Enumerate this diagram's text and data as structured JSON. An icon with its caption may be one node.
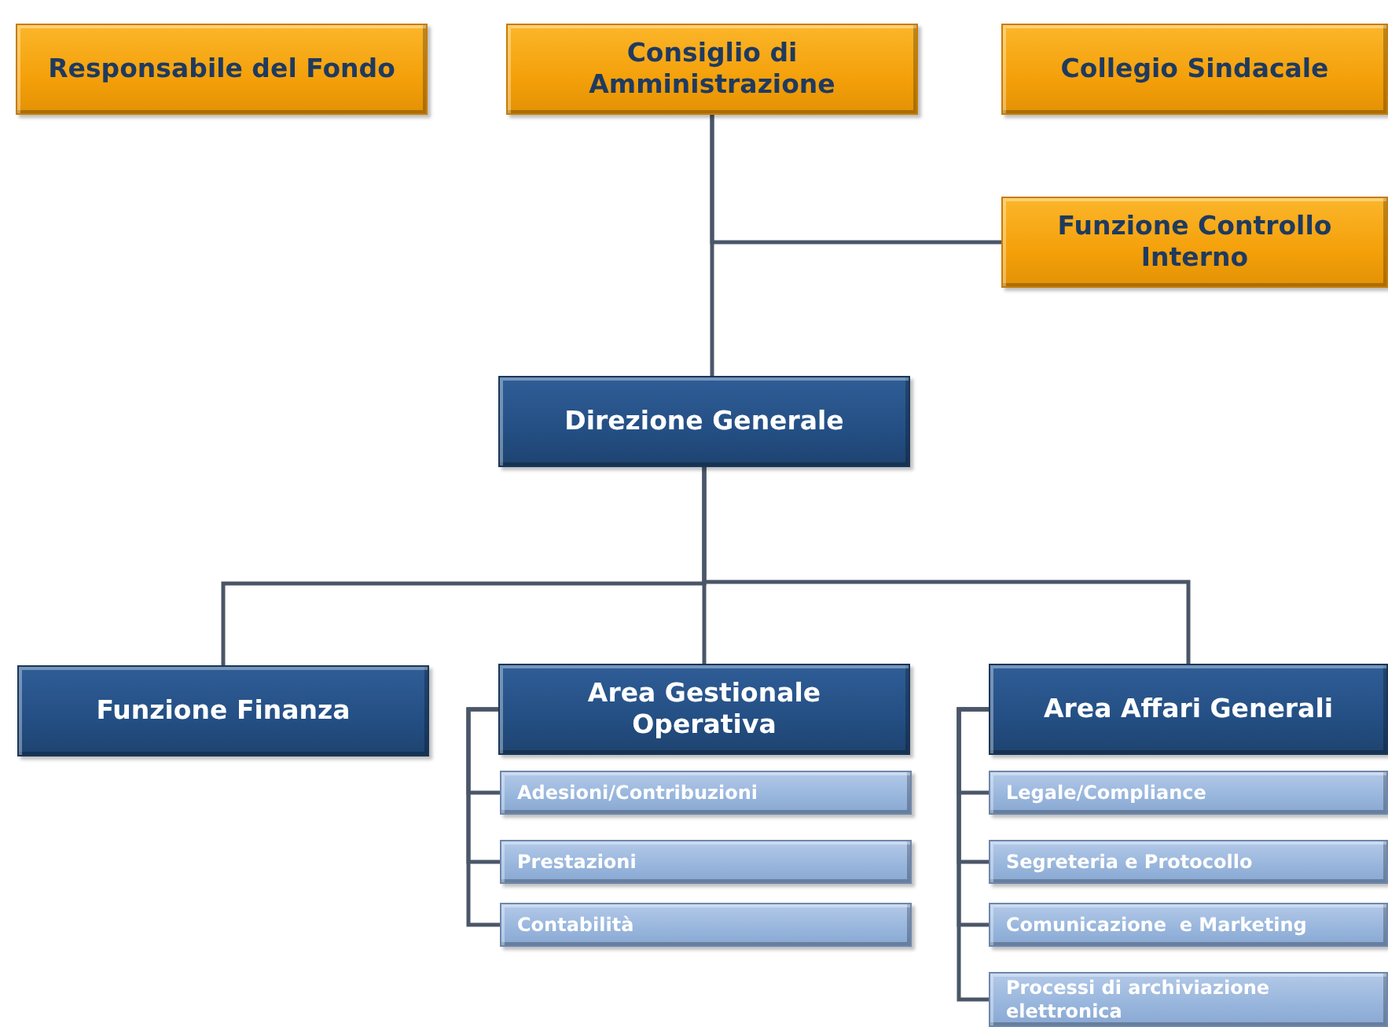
{
  "diagram": {
    "nodes": [
      {
        "text": [
          "Responsabile del Fondo"
        ]
      },
      {
        "text": [
          "Consiglio di Amministrazione"
        ]
      },
      {
        "text": [
          "Collegio Sindacale"
        ]
      },
      {
        "text": [
          "Funzione Controllo Interno"
        ]
      },
      {
        "text": [
          "Direzione Generale"
        ]
      },
      {
        "text": [
          "Funzione Finanza"
        ]
      },
      {
        "text": [
          "Area Gestionale Operativa"
        ]
      },
      {
        "text": [
          "Area Affari Generali"
        ]
      },
      {
        "text": [
          "Adesioni/Contribuzioni"
        ]
      },
      {
        "text": [
          "Prestazioni"
        ]
      },
      {
        "text": [
          "Contabilità"
        ]
      },
      {
        "text": [
          "Legale/Compliance"
        ]
      },
      {
        "text": [
          "Segreteria e Protocollo"
        ]
      },
      {
        "text": [
          "Comunicazione  e Marketing"
        ]
      },
      {
        "text": [
          "Processi di archiviazione elettronica"
        ]
      }
    ],
    "edges": [
      {
        "from": 1,
        "to": 4,
        "arrow": "none"
      },
      {
        "from": 1,
        "to": 3,
        "arrow": "none"
      },
      {
        "from": 4,
        "to": 5,
        "arrow": "none"
      },
      {
        "from": 4,
        "to": 6,
        "arrow": "none"
      },
      {
        "from": 4,
        "to": 7,
        "arrow": "none"
      },
      {
        "from": 6,
        "to": 8,
        "arrow": "none"
      },
      {
        "from": 6,
        "to": 9,
        "arrow": "none"
      },
      {
        "from": 6,
        "to": 10,
        "arrow": "none"
      },
      {
        "from": 7,
        "to": 11,
        "arrow": "none"
      },
      {
        "from": 7,
        "to": 12,
        "arrow": "none"
      },
      {
        "from": 7,
        "to": 13,
        "arrow": "none"
      },
      {
        "from": 7,
        "to": 14,
        "arrow": "none"
      }
    ]
  }
}
